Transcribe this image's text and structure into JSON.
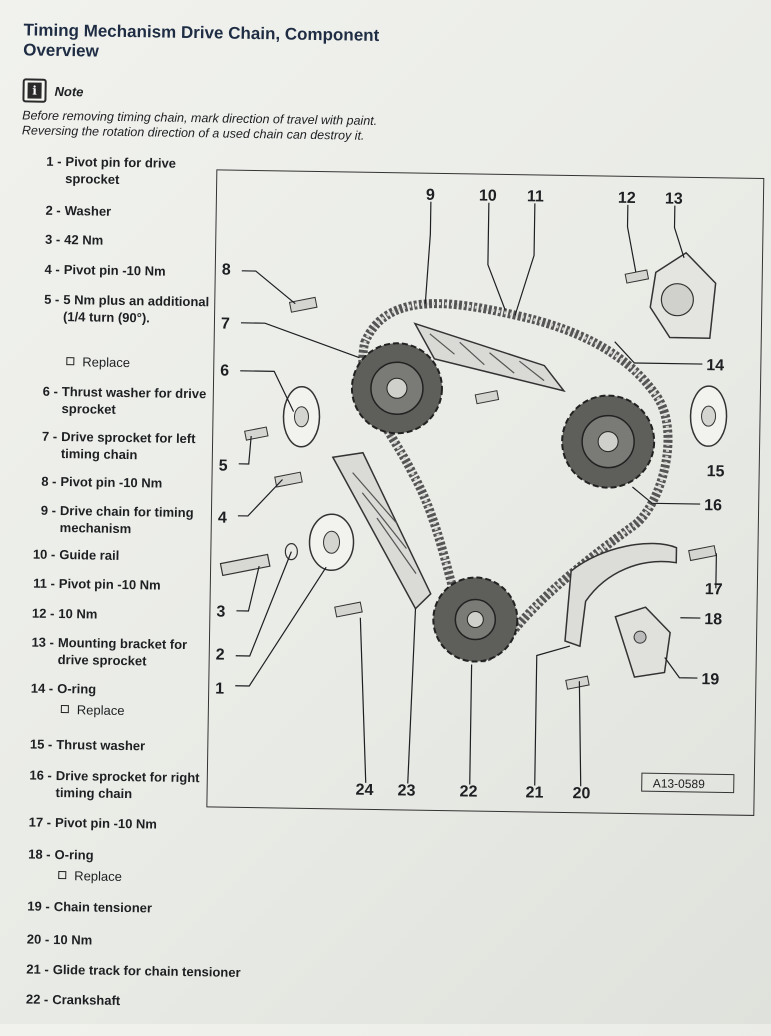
{
  "title": "Timing Mechanism Drive Chain, Component Overview",
  "note": {
    "label": "Note",
    "icon": "info-icon",
    "line1": "Before removing timing chain, mark direction of travel with paint.",
    "line2": "Reversing the rotation direction of a used chain can destroy it."
  },
  "legend": [
    {
      "num": "1 -",
      "text": "Pivot pin for drive sprocket"
    },
    {
      "num": "2 -",
      "text": "Washer"
    },
    {
      "num": "3 -",
      "text": "42 Nm"
    },
    {
      "num": "4 -",
      "text": "Pivot pin -10 Nm"
    },
    {
      "num": "5 -",
      "text": "5 Nm plus an additional (1/4 turn (90°).",
      "sub": "Replace"
    },
    {
      "num": "6 -",
      "text": "Thrust washer for drive sprocket"
    },
    {
      "num": "7 -",
      "text": "Drive sprocket for left timing chain"
    },
    {
      "num": "8 -",
      "text": "Pivot pin -10 Nm"
    },
    {
      "num": "9 -",
      "text": "Drive chain for timing mechanism"
    },
    {
      "num": "10 -",
      "text": "Guide rail"
    },
    {
      "num": "11 -",
      "text": "Pivot pin -10 Nm"
    },
    {
      "num": "12 -",
      "text": "10 Nm"
    },
    {
      "num": "13 -",
      "text": "Mounting bracket for drive sprocket"
    },
    {
      "num": "14 -",
      "text": "O-ring",
      "sub": "Replace"
    },
    {
      "num": "15 -",
      "text": "Thrust washer"
    },
    {
      "num": "16 -",
      "text": "Drive sprocket for right timing chain"
    },
    {
      "num": "17 -",
      "text": "Pivot pin -10 Nm"
    },
    {
      "num": "18 -",
      "text": "O-ring",
      "sub": "Replace"
    },
    {
      "num": "19 -",
      "text": "Chain tensioner"
    },
    {
      "num": "20 -",
      "text": "10 Nm"
    },
    {
      "num": "21 -",
      "text": "Glide track for chain tensioner"
    },
    {
      "num": "22 -",
      "text": "Crankshaft"
    }
  ],
  "diagram": {
    "ref_code": "A13-0589",
    "callouts": [
      "1",
      "2",
      "3",
      "4",
      "5",
      "6",
      "7",
      "8",
      "9",
      "10",
      "11",
      "12",
      "13",
      "14",
      "15",
      "16",
      "17",
      "18",
      "19",
      "20",
      "21",
      "22",
      "23",
      "24"
    ]
  }
}
